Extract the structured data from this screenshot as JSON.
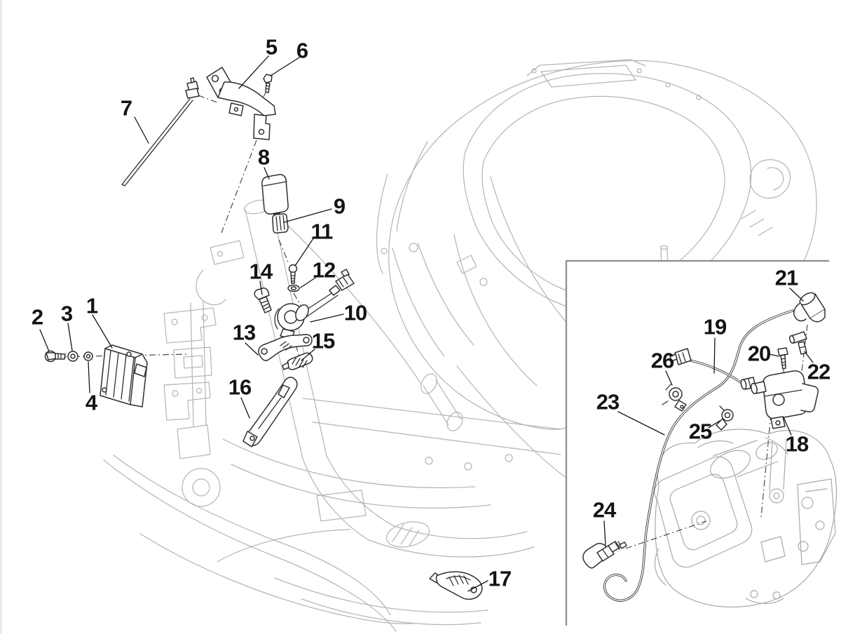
{
  "diagram": {
    "callouts": [
      {
        "id": 1,
        "label": "1"
      },
      {
        "id": 2,
        "label": "2"
      },
      {
        "id": 3,
        "label": "3"
      },
      {
        "id": 4,
        "label": "4"
      },
      {
        "id": 5,
        "label": "5"
      },
      {
        "id": 6,
        "label": "6"
      },
      {
        "id": 7,
        "label": "7"
      },
      {
        "id": 8,
        "label": "8"
      },
      {
        "id": 9,
        "label": "9"
      },
      {
        "id": 10,
        "label": "10"
      },
      {
        "id": 11,
        "label": "11"
      },
      {
        "id": 12,
        "label": "12"
      },
      {
        "id": 13,
        "label": "13"
      },
      {
        "id": 14,
        "label": "14"
      },
      {
        "id": 15,
        "label": "15"
      },
      {
        "id": 16,
        "label": "16"
      },
      {
        "id": 17,
        "label": "17"
      },
      {
        "id": 18,
        "label": "18"
      },
      {
        "id": 19,
        "label": "19"
      },
      {
        "id": 20,
        "label": "20"
      },
      {
        "id": 21,
        "label": "21"
      },
      {
        "id": 22,
        "label": "22"
      },
      {
        "id": 23,
        "label": "23"
      },
      {
        "id": 24,
        "label": "24"
      },
      {
        "id": 25,
        "label": "25"
      },
      {
        "id": 26,
        "label": "26"
      }
    ],
    "colors": {
      "background": "#ffffff",
      "line_light": "#b6b6b6",
      "line_engine": "#a9a9a9",
      "line_dark": "#2e2e2e",
      "label": "#141414",
      "inset_border": "#8c8c8c"
    }
  }
}
